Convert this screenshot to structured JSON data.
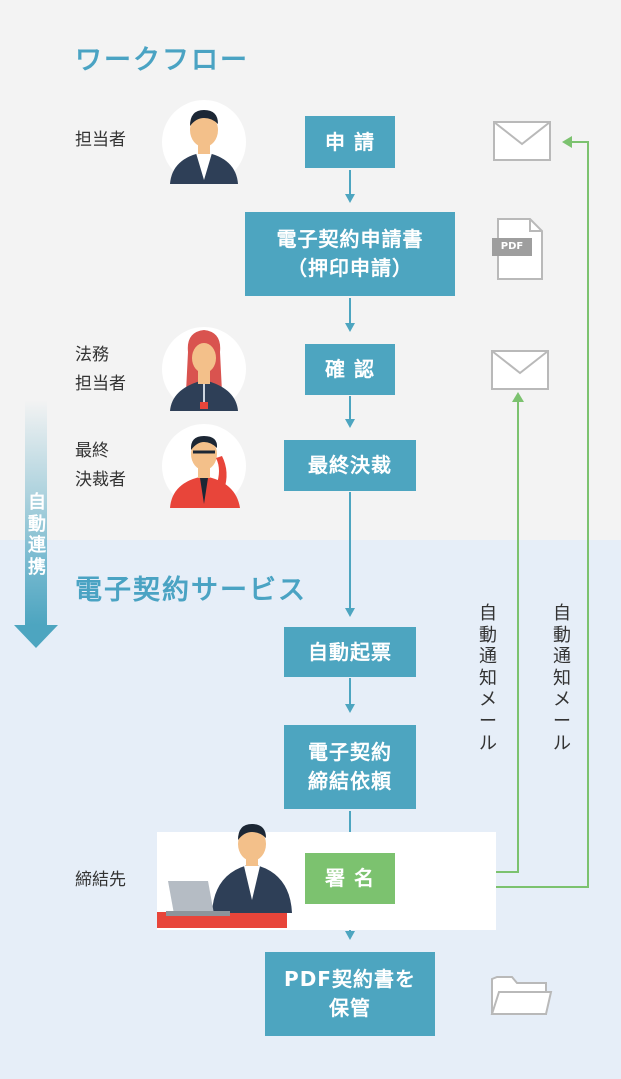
{
  "sections": {
    "workflow_title": "ワークフロー",
    "service_title": "電子契約サービス"
  },
  "side_arrow_label": [
    "自",
    "動",
    "連",
    "携"
  ],
  "roles": {
    "tantousha": [
      "担当者"
    ],
    "houmu": [
      "法務",
      "担当者"
    ],
    "saishu": [
      "最終",
      "決裁者"
    ],
    "teiketsusaki": [
      "締結先"
    ]
  },
  "steps": {
    "shinsei": [
      "申 請"
    ],
    "keiyaku_shinsei": [
      "電子契約申請書",
      "（押印申請）"
    ],
    "kakunin": [
      "確 認"
    ],
    "saishu_kessai": [
      "最終決裁"
    ],
    "jidou_kihyou": [
      "自動起票"
    ],
    "teiketsu_irai": [
      "電子契約",
      "締結依頼"
    ],
    "shomei": [
      "署 名"
    ],
    "pdf_hokan": [
      "PDF契約書を",
      "保管"
    ]
  },
  "notify_label_1": [
    "自",
    "動",
    "通",
    "知",
    "メ",
    "ー",
    "ル"
  ],
  "notify_label_2": [
    "自",
    "動",
    "通",
    "知",
    "メ",
    "ー",
    "ル"
  ],
  "icons": {
    "pdf_label": "PDF"
  },
  "colors": {
    "box": "#4da5c0",
    "sign_box": "#7cc26f",
    "line_green": "#7cc26f",
    "title": "#4aa3c3"
  }
}
